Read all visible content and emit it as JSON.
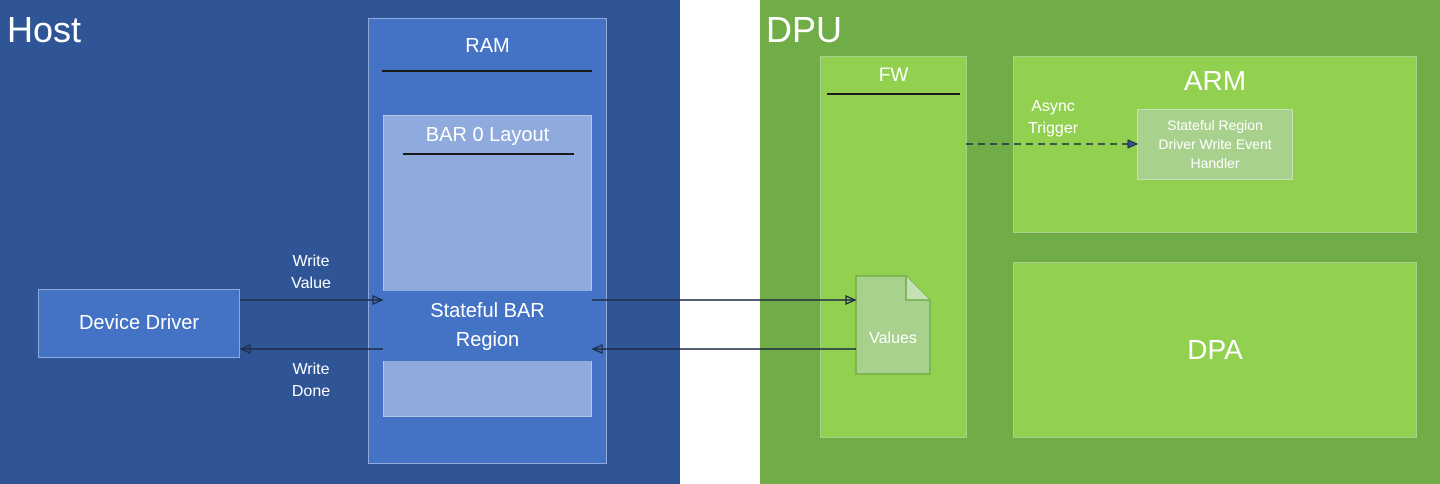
{
  "host": {
    "title": "Host"
  },
  "ram": {
    "title": "RAM"
  },
  "bar0": {
    "title": "BAR 0 Layout"
  },
  "stateful_bar_region": {
    "line1": "Stateful BAR",
    "line2": "Region"
  },
  "device_driver": {
    "label": "Device Driver"
  },
  "dpu": {
    "title": "DPU"
  },
  "fw": {
    "title": "FW"
  },
  "values_doc": {
    "label": "Values"
  },
  "arm": {
    "title": "ARM"
  },
  "handler": {
    "line1": "Stateful Region",
    "line2": "Driver Write Event",
    "line3": "Handler"
  },
  "dpa": {
    "title": "DPA"
  },
  "labels": {
    "host_write_value": "Write\nValue",
    "host_write_done": "Write\nDone",
    "dpu_write_value": "Write\nValue",
    "dpu_write_done": "Write\nDone",
    "async_trigger": "Async\nTrigger"
  },
  "colors": {
    "host_bg": "#2f5597",
    "host_box": "#4472c4",
    "bar_layout": "#8faadc",
    "dpu_bg": "#70ad47",
    "dpu_box": "#92d050",
    "handler_box": "#a9d18e"
  }
}
